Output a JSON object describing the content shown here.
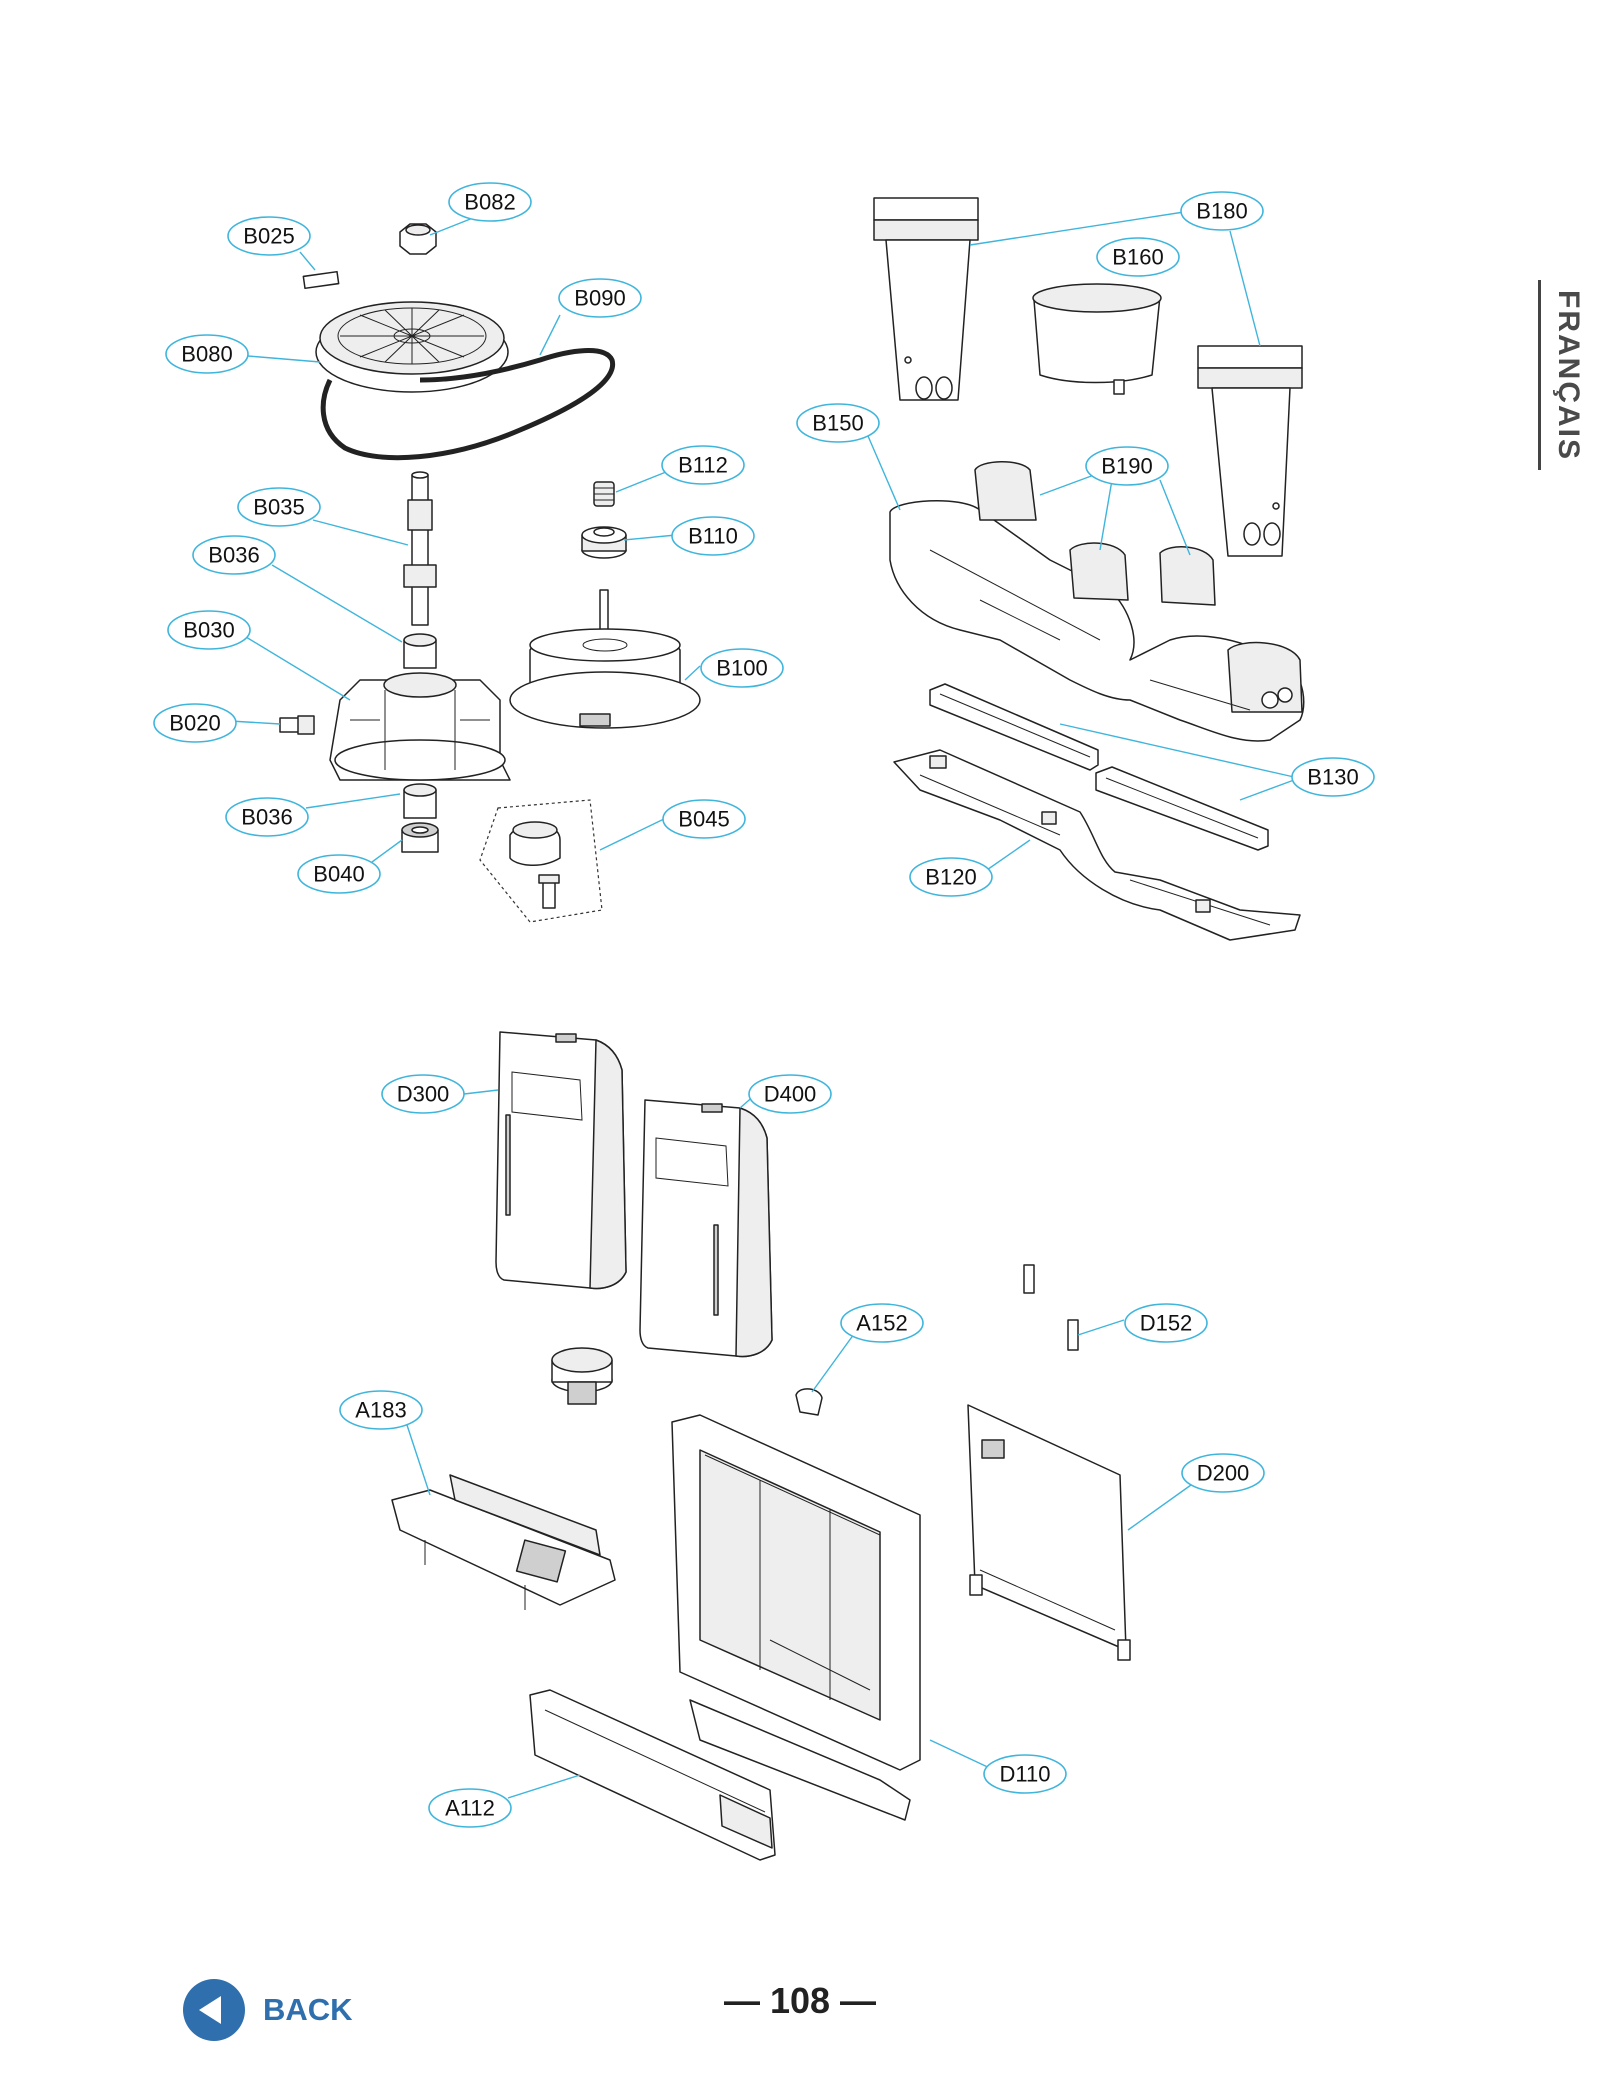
{
  "language_tab": {
    "label": "FRANÇAIS"
  },
  "footer": {
    "back_label": "BACK",
    "page_number": "— 108 —"
  },
  "callouts": {
    "B082": "B082",
    "B025": "B025",
    "B090": "B090",
    "B080": "B080",
    "B112": "B112",
    "B035": "B035",
    "B110": "B110",
    "B036a": "B036",
    "B030": "B030",
    "B100": "B100",
    "B020": "B020",
    "B036b": "B036",
    "B045": "B045",
    "B040": "B040",
    "B180": "B180",
    "B160": "B160",
    "B150": "B150",
    "B190": "B190",
    "B130": "B130",
    "B120": "B120",
    "D300": "D300",
    "D400": "D400",
    "A152": "A152",
    "D152": "D152",
    "A183": "A183",
    "D200": "D200",
    "D110": "D110",
    "A112": "A112"
  },
  "colors": {
    "callout_outline": "#3fb5dc",
    "back_button": "#2f6fad",
    "language_tab_text": "#4a4a4a"
  }
}
